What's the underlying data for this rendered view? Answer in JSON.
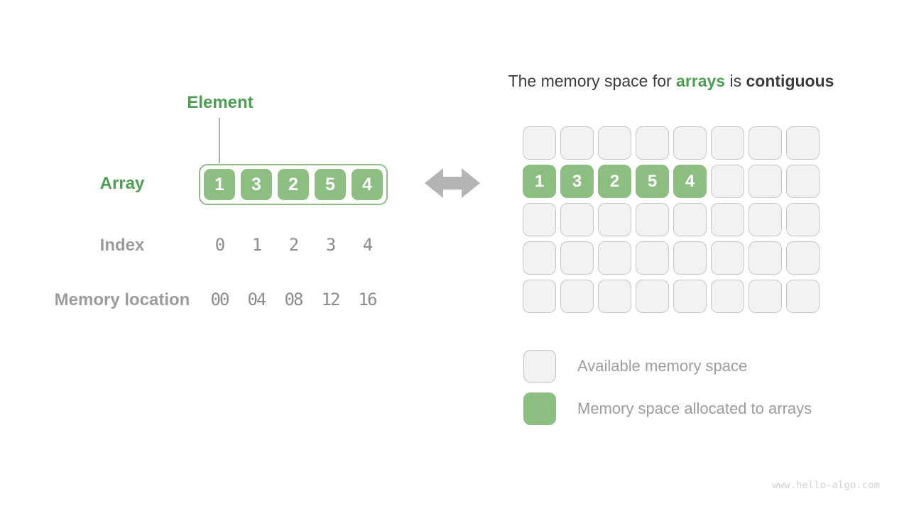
{
  "page": {
    "watermark": "www.hello-algo.com"
  },
  "colors": {
    "green_fill": "#8CBE82",
    "green_text": "#4C9E52",
    "gray_label": "#9C9C9C",
    "mono_number_gray": "#8C8C8C",
    "cell_gray_fill": "#F2F2F2",
    "cell_gray_border": "#C6C6C6",
    "dark_text": "#3C3C3C",
    "arrow_gray": "#B4B4B4"
  },
  "left_panel": {
    "element_label": "Element",
    "array_label": "Array",
    "index_label": "Index",
    "memory_label": "Memory location",
    "array_values": [
      "1",
      "3",
      "2",
      "5",
      "4"
    ],
    "index_values": [
      "0",
      "1",
      "2",
      "3",
      "4"
    ],
    "memory_values": [
      "00",
      "04",
      "08",
      "12",
      "16"
    ]
  },
  "right_panel": {
    "title": {
      "prefix": "The memory space for ",
      "highlight": "arrays",
      "middle": " is ",
      "bold": "contiguous"
    },
    "memory_grid": {
      "rows": 5,
      "cols": 8,
      "array_row_index": 1,
      "array_values": [
        "1",
        "3",
        "2",
        "5",
        "4"
      ]
    },
    "legend": [
      {
        "swatch": "available",
        "label": "Available memory space"
      },
      {
        "swatch": "allocated",
        "label": "Memory space allocated to arrays"
      }
    ]
  }
}
